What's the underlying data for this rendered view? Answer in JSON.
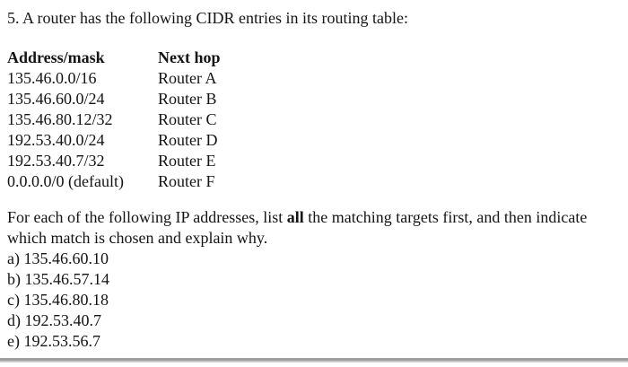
{
  "question": {
    "title": "5. A router has the following CIDR entries in its routing table:",
    "table": {
      "headers": {
        "address": "Address/mask",
        "next_hop": "Next hop"
      },
      "rows": [
        {
          "address": "135.46.0.0/16",
          "next_hop": "Router A"
        },
        {
          "address": "135.46.60.0/24",
          "next_hop": "Router B"
        },
        {
          "address": "135.46.80.12/32",
          "next_hop": "Router C"
        },
        {
          "address": "192.53.40.0/24",
          "next_hop": "Router D"
        },
        {
          "address": "192.53.40.7/32",
          "next_hop": "Router E"
        },
        {
          "address": "0.0.0.0/0 (default)",
          "next_hop": "Router F"
        }
      ]
    },
    "prompt": {
      "line1_before_bold": "For each of the following IP addresses, list ",
      "bold_word": "all",
      "line1_after_bold": " the matching targets first, and then indicate",
      "line2": "which match is chosen and explain why."
    },
    "items": [
      "a) 135.46.60.10",
      "b) 135.46.57.14",
      "c) 135.46.80.18",
      "d) 192.53.40.7",
      "e) 192.53.56.7"
    ]
  },
  "colors": {
    "text": "#141414",
    "background": "#ffffff",
    "divider_dark": "#999999",
    "divider_light": "#d8d8d8"
  }
}
